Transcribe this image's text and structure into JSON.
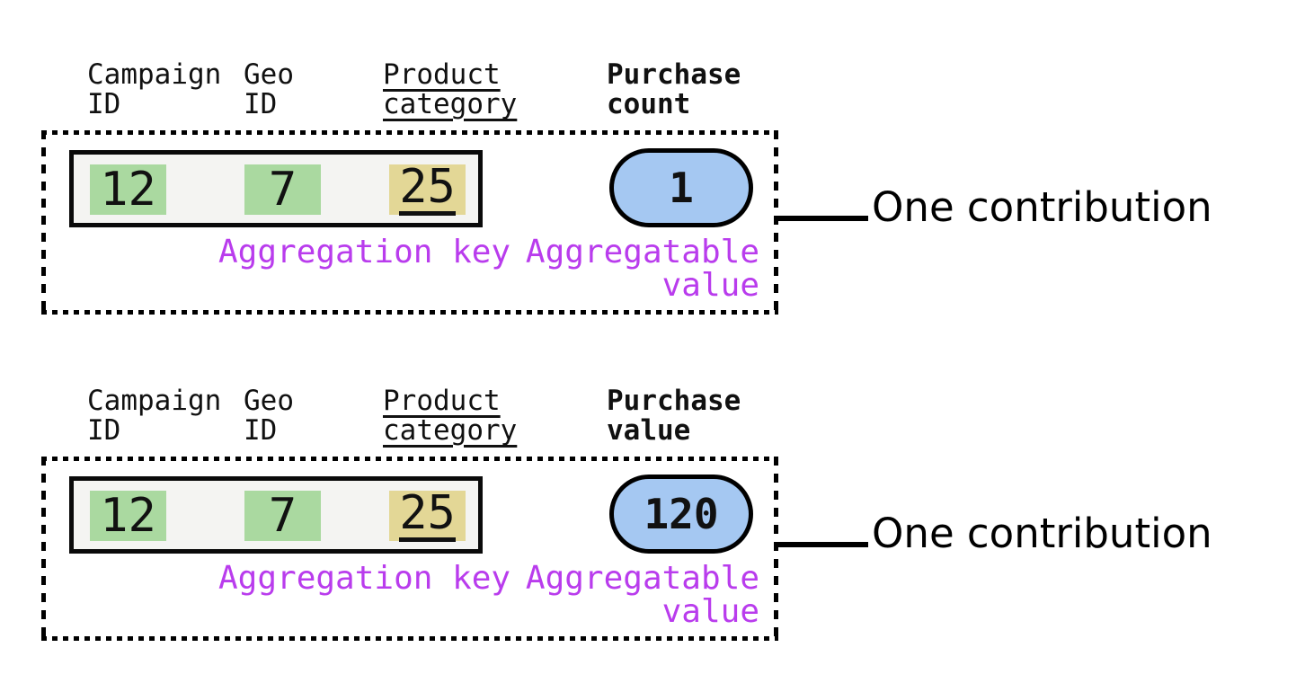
{
  "colors": {
    "key_highlight": "#aad9a0",
    "category_highlight": "#e3d796",
    "value_fill": "#a5c8f2",
    "label_magenta": "#b93ced"
  },
  "blocks": [
    {
      "headers": [
        {
          "line1": "Campaign",
          "line2": "ID"
        },
        {
          "line1": "Geo",
          "line2": "ID"
        },
        {
          "line1": "Product",
          "line2": "category"
        },
        {
          "line1": "Purchase",
          "line2": "count"
        }
      ],
      "row": {
        "campaign_id": "12",
        "geo_id": "7",
        "product_category": "25"
      },
      "value": "1",
      "labels": {
        "aggregation_key": "Aggregation key",
        "aggregatable_value_line1": "Aggregatable",
        "aggregatable_value_line2": "value"
      },
      "annotation": "One contribution"
    },
    {
      "headers": [
        {
          "line1": "Campaign",
          "line2": "ID"
        },
        {
          "line1": "Geo",
          "line2": "ID"
        },
        {
          "line1": "Product",
          "line2": "category"
        },
        {
          "line1": "Purchase",
          "line2": "value"
        }
      ],
      "row": {
        "campaign_id": "12",
        "geo_id": "7",
        "product_category": "25"
      },
      "value": "120",
      "labels": {
        "aggregation_key": "Aggregation key",
        "aggregatable_value_line1": "Aggregatable",
        "aggregatable_value_line2": "value"
      },
      "annotation": "One contribution"
    }
  ]
}
